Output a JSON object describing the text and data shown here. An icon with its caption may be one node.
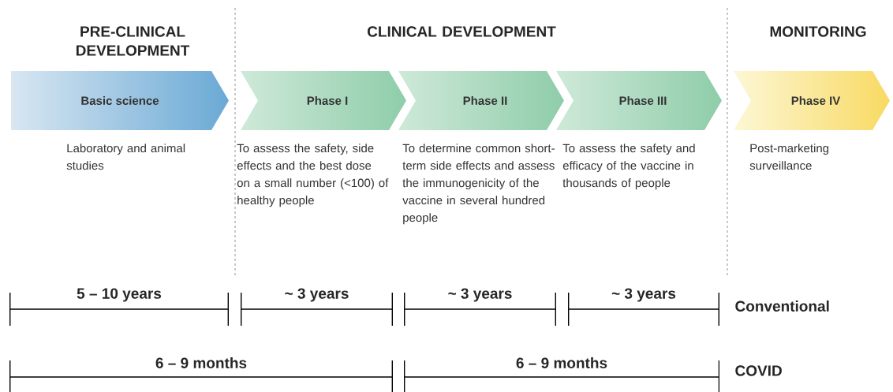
{
  "diagram": {
    "nodes": [
      {
        "text": [
          "Basic science"
        ],
        "beside": [
          "Laboratory and animal studies"
        ]
      },
      {
        "text": [
          "Phase I"
        ],
        "beside": [
          "To assess the safety, side effects and the best dose on a small number (<100) of healthy people"
        ]
      },
      {
        "text": [
          "Phase II"
        ],
        "beside": [
          "To determine common short-term side effects and assess the immunogenicity of the vaccine in several hundred people"
        ]
      },
      {
        "text": [
          "Phase III"
        ],
        "beside": [
          "To assess the safety and efficacy of the vaccine in thousands of people"
        ]
      },
      {
        "text": [
          "Phase IV"
        ],
        "beside": [
          "Post-marketing surveillance"
        ]
      }
    ],
    "labels": [
      "PRE-CLINICAL DEVELOPMENT",
      "CLINICAL DEVELOPMENT",
      "MONITORING",
      "5 – 10 years",
      "~ 3 years",
      "~ 3 years",
      "~ 3 years",
      "Conventional",
      "6 – 9 months",
      "6 – 9 months",
      "COVID"
    ]
  }
}
